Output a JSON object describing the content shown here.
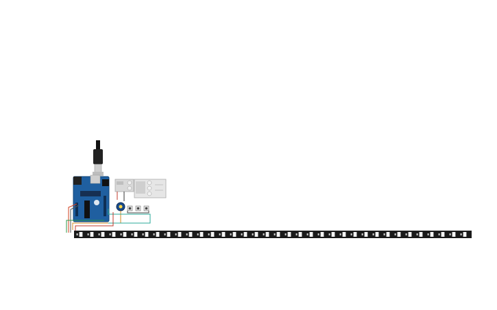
{
  "canvas": {
    "background": "#ffffff",
    "components": {
      "arduino_board": {
        "name": "arduino-uno-board",
        "color": "#1f5fa0"
      },
      "usb_cable": {
        "name": "usb-cable",
        "color": "#222222"
      },
      "relay_modules": {
        "name": "relay-module",
        "count": 2,
        "color": "#d9d9d9"
      },
      "potentiometer": {
        "name": "potentiometer",
        "color": "#1a4a8a"
      },
      "push_buttons": {
        "name": "push-button",
        "count": 3
      },
      "led_strip": {
        "name": "neopixel-led-strip",
        "pixel_count": 36,
        "color": "#1a1a1a"
      }
    },
    "wire_colors": {
      "power": "#d04020",
      "ground": "#333333",
      "data": "#2e9a4a",
      "signal": "#d08a20",
      "control": "#2aa89a"
    }
  }
}
